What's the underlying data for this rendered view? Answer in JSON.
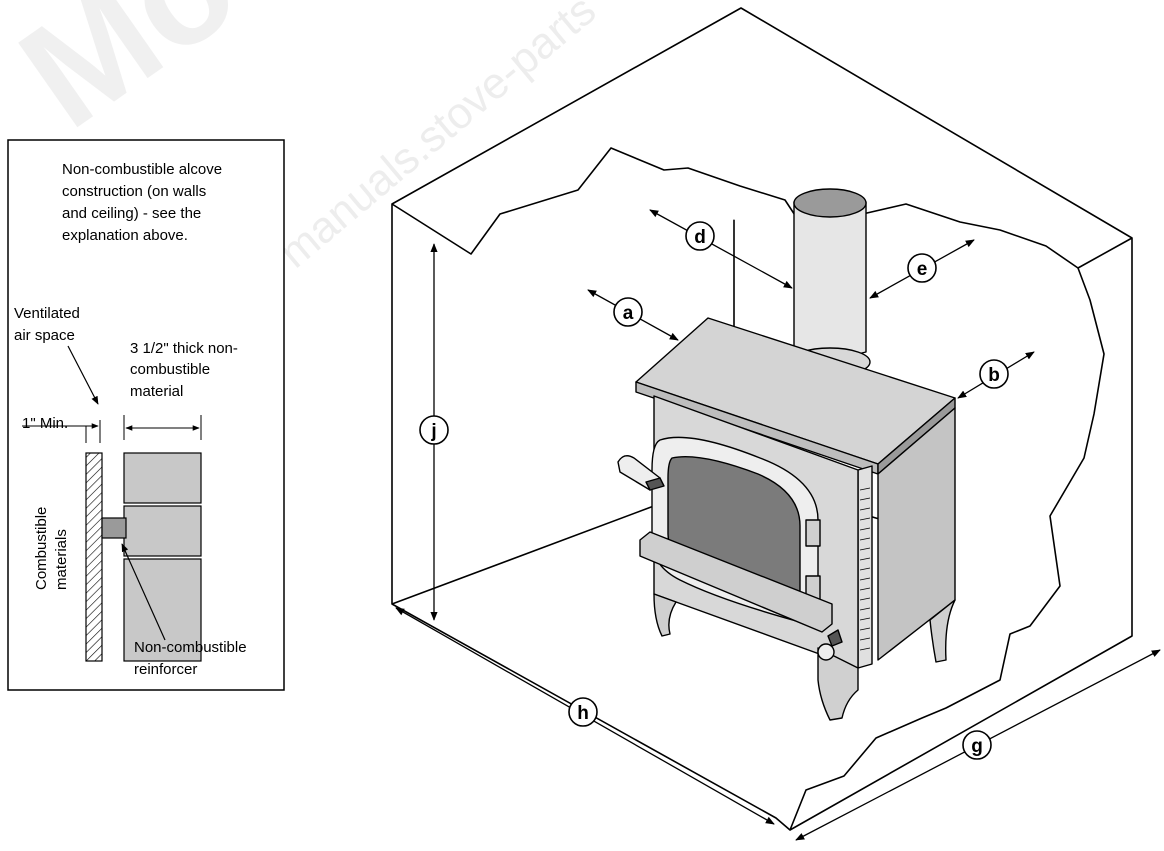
{
  "watermark": {
    "large": "Mountain View",
    "small": "manuals.stove-parts"
  },
  "inset": {
    "note_lines": [
      "Non-combustible alcove",
      "construction (on walls",
      "and ceiling) - see the",
      "explanation above."
    ],
    "ventilated_lines": [
      "Ventilated",
      "air space"
    ],
    "thick_lines": [
      "3 1/2\" thick non-",
      "combustible",
      "material"
    ],
    "min_label": "1\" Min.",
    "combustible_lines": [
      "Combustible",
      "materials"
    ],
    "reinforcer_lines": [
      "Non-combustible",
      "reinforcer"
    ]
  },
  "callouts": [
    "a",
    "b",
    "d",
    "e",
    "g",
    "h",
    "j"
  ],
  "colors": {
    "stove_light": "#d8d8d8",
    "stove_mid": "#bdbdbd",
    "stove_dark": "#9a9a9a",
    "glass": "#7b7b7b",
    "block": "#c8c8c8"
  }
}
